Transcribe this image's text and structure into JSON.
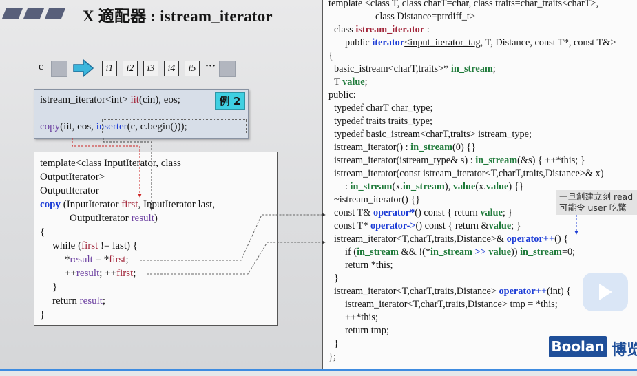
{
  "slide": {
    "title": "X 適配器 : istream_iterator",
    "row_label": "c",
    "iterators": [
      "i1",
      "i2",
      "i3",
      "i4",
      "i5"
    ],
    "ellipsis": "···",
    "example": {
      "line1_a": "istream_iterator<int> ",
      "line1_b": "iit",
      "line1_c": "(cin), eos;",
      "tag": "例 2",
      "line2_a": "copy",
      "line2_b": "(iit, eos, ",
      "line2_c": "inserter",
      "line2_d": "(c, c.begin()));"
    },
    "copy_code": {
      "l1": "template<class InputIterator, class",
      "l2": "OutputIterator>",
      "l3": "OutputIterator",
      "l4_fn": "copy",
      "l4_a": " (InputIterator ",
      "l4_first": "first",
      "l4_b": ", InputIterator last,",
      "l5_a": "OutputIterator ",
      "l5_result": "result",
      "l5_b": ")",
      "l6": "{",
      "l7_a": "while (",
      "l7_first": "first",
      "l7_b": " != last) {",
      "l8_a": "*",
      "l8_result": "result",
      "l8_b": " = *",
      "l8_first": "first",
      "l8_c": ";",
      "l9_a": "++",
      "l9_result": "result",
      "l9_b": "; ++",
      "l9_first": "first",
      "l9_c": ";",
      "l10": "}",
      "l11_a": "return ",
      "l11_result": "result",
      "l11_b": ";",
      "l12": "}"
    }
  },
  "source": {
    "l1": "template <class T, class charT=char, class traits=char_traits<charT>,",
    "l2": "class Distance=ptrdiff_t>",
    "l3_a": "class ",
    "l3_b": "istream_iterator",
    "l3_c": " :",
    "l4_a": "public ",
    "l4_b": "iterator",
    "l4_c": "<input_iterator_tag",
    "l4_d": ", T, Distance, const T*, const T&>",
    "l5": "{",
    "l6_a": "basic_istream<charT,traits>* ",
    "l6_b": "in_stream",
    "l6_c": ";",
    "l7_a": "T ",
    "l7_b": "value",
    "l7_c": ";",
    "l8": "public:",
    "l9": "typedef charT char_type;",
    "l10": "typedef traits traits_type;",
    "l11": "typedef basic_istream<charT,traits> istream_type;",
    "l12_a": "istream_iterator() : ",
    "l12_b": "in_stream",
    "l12_c": "(0) {}",
    "l13_a": "istream_iterator(istream_type& s) : ",
    "l13_b": "in_stream",
    "l13_c": "(&s) { ++*this; }",
    "l14": "istream_iterator(const istream_iterator<T,charT,traits,Distance>& x)",
    "l15_a": ": ",
    "l15_b": "in_stream",
    "l15_c": "(x.",
    "l15_d": "in_stream",
    "l15_e": "), ",
    "l15_f": "value",
    "l15_g": "(x.",
    "l15_h": "value",
    "l15_i": ") {}",
    "l16": "~istream_iterator() {}",
    "l17_a": "const T& ",
    "l17_b": "operator*",
    "l17_c": "() const { return ",
    "l17_d": "value",
    "l17_e": "; }",
    "l18_a": "const T* ",
    "l18_b": "operator->",
    "l18_c": "() const { return &",
    "l18_d": "value",
    "l18_e": "; }",
    "l19_a": "istream_iterator<T,charT,traits,Distance>& ",
    "l19_b": "operator++",
    "l19_c": "() {",
    "l20_a": "if (",
    "l20_b": "in_stream",
    "l20_c": " && !(*",
    "l20_d": "in_stream",
    "l20_e": " >> ",
    "l20_f": "value",
    "l20_g": ")) ",
    "l20_h": "in_stream",
    "l20_i": "=0;",
    "l21": "return *this;",
    "l22": "}",
    "l23_a": "istream_iterator<T,charT,traits,Distance> ",
    "l23_b": "operator++",
    "l23_c": "(int) {",
    "l24": "istream_iterator<T,charT,traits,Distance> tmp = *this;",
    "l25": "++*this;",
    "l26": "return tmp;",
    "l27": "}",
    "l28": "};"
  },
  "overlay": {
    "note_line1": "一旦創建立刻 read",
    "note_line2": "可能令 user 吃驚",
    "logo": "Boolan",
    "logo_ext": "博览"
  },
  "colors": {
    "accent_blue": "#1d3dd6",
    "member_green": "#1f7a3a",
    "function_purple": "#6b3fa0",
    "highlight_red": "#a2263a",
    "example_tag": "#3fd0e2",
    "logo_blue": "#1f4f99"
  },
  "icons": [
    "right-arrow-icon",
    "play-icon"
  ]
}
